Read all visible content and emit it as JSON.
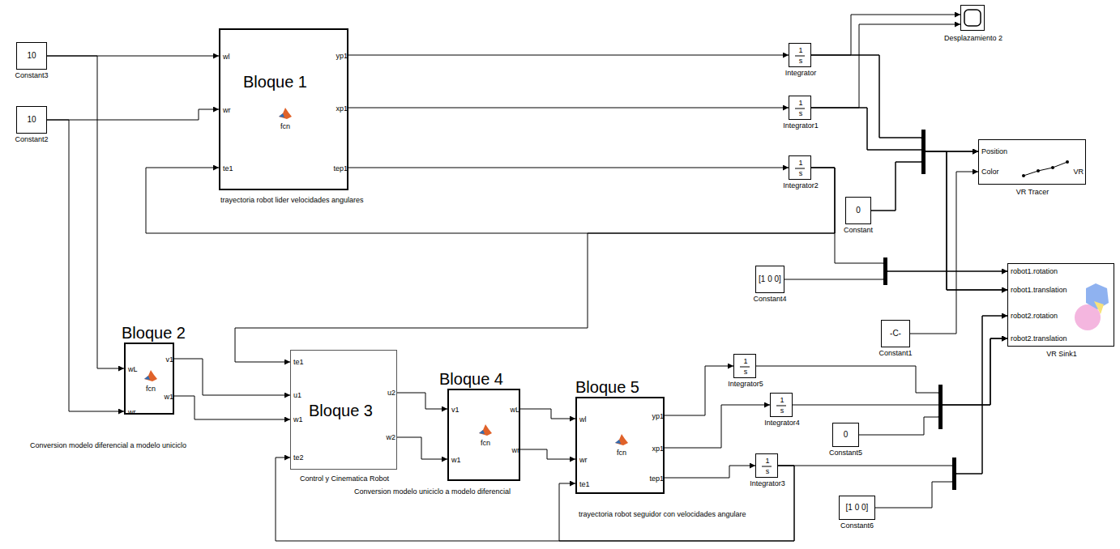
{
  "diagram": {
    "nodes": [
      {
        "text": [
          "10",
          "Constant3"
        ]
      },
      {
        "text": [
          "10",
          "Constant2"
        ]
      },
      {
        "text": [
          "Bloque 1",
          "wl",
          "wr",
          "te1",
          "yp1",
          "xp1",
          "tep1",
          "fcn",
          "trayectoria robot lider velocidades angulares"
        ]
      },
      {
        "text": [
          "1",
          "s",
          "Integrator"
        ]
      },
      {
        "text": [
          "1",
          "s",
          "Integrator1"
        ]
      },
      {
        "text": [
          "1",
          "s",
          "Integrator2"
        ]
      },
      {
        "text": [
          "Desplazamiento 2"
        ]
      },
      {
        "text": [
          "Position",
          "Color",
          "VR",
          "VR Tracer"
        ]
      },
      {
        "text": [
          "0",
          "Constant"
        ]
      },
      {
        "text": [
          "[1 0 0]",
          "Constant4"
        ]
      },
      {
        "text": [
          "robot1.rotation",
          "robot1.translation",
          "robot2.rotation",
          "robot2.translation",
          "VR Sink1"
        ]
      },
      {
        "text": [
          "-C-",
          "Constant1"
        ]
      },
      {
        "text": [
          "Bloque 2",
          "wL",
          "wr",
          "v1",
          "w1",
          "fcn",
          "Conversion modelo diferencial a modelo uniciclo"
        ]
      },
      {
        "text": [
          "Bloque 3",
          "te1",
          "u1",
          "w1",
          "te2",
          "u2",
          "w2",
          "Control y Cinematica Robot"
        ]
      },
      {
        "text": [
          "Bloque 4",
          "v1",
          "w1",
          "wL",
          "wr",
          "fcn",
          "Conversion modelo uniciclo a modelo diferencial"
        ]
      },
      {
        "text": [
          "Bloque 5",
          "wl",
          "wr",
          "te1",
          "yp1",
          "xp1",
          "tep1",
          "fcn",
          "trayectoria robot seguidor con velocidades angulare"
        ]
      },
      {
        "text": [
          "1",
          "s",
          "Integrator5"
        ]
      },
      {
        "text": [
          "1",
          "s",
          "Integrator4"
        ]
      },
      {
        "text": [
          "1",
          "s",
          "Integrator3"
        ]
      },
      {
        "text": [
          "0",
          "Constant5"
        ]
      },
      {
        "text": [
          "[1 0 0]",
          "Constant6"
        ]
      }
    ],
    "edges": [
      {
        "from": 0,
        "to": 2,
        "arrow": "to"
      },
      {
        "from": 0,
        "to": 12,
        "arrow": "to"
      },
      {
        "from": 1,
        "to": 2,
        "arrow": "to"
      },
      {
        "from": 1,
        "to": 12,
        "arrow": "to"
      },
      {
        "from": 2,
        "to": 3,
        "arrow": "to"
      },
      {
        "from": 2,
        "to": 4,
        "arrow": "to"
      },
      {
        "from": 2,
        "to": 5,
        "arrow": "to"
      },
      {
        "from": 3,
        "to": 6,
        "arrow": "to"
      },
      {
        "from": 4,
        "to": 6,
        "arrow": "to"
      },
      {
        "from": 3,
        "to": 7,
        "arrow": "to"
      },
      {
        "from": 4,
        "to": 7,
        "arrow": "to"
      },
      {
        "from": 8,
        "to": 7,
        "arrow": "to"
      },
      {
        "from": 11,
        "to": 7,
        "arrow": "to"
      },
      {
        "from": 3,
        "to": 10,
        "arrow": "to"
      },
      {
        "from": 4,
        "to": 10,
        "arrow": "to"
      },
      {
        "from": 8,
        "to": 10,
        "arrow": "to"
      },
      {
        "from": 5,
        "to": 2,
        "arrow": "to"
      },
      {
        "from": 5,
        "to": 13,
        "arrow": "to"
      },
      {
        "from": 5,
        "to": 10,
        "arrow": "to"
      },
      {
        "from": 9,
        "to": 10,
        "arrow": "to"
      },
      {
        "from": 12,
        "to": 13,
        "arrow": "to"
      },
      {
        "from": 12,
        "to": 13,
        "arrow": "to"
      },
      {
        "from": 13,
        "to": 14,
        "arrow": "to"
      },
      {
        "from": 13,
        "to": 14,
        "arrow": "to"
      },
      {
        "from": 14,
        "to": 15,
        "arrow": "to"
      },
      {
        "from": 14,
        "to": 15,
        "arrow": "to"
      },
      {
        "from": 15,
        "to": 16,
        "arrow": "to"
      },
      {
        "from": 15,
        "to": 17,
        "arrow": "to"
      },
      {
        "from": 15,
        "to": 18,
        "arrow": "to"
      },
      {
        "from": 18,
        "to": 15,
        "arrow": "to"
      },
      {
        "from": 18,
        "to": 13,
        "arrow": "to"
      },
      {
        "from": 16,
        "to": 10,
        "arrow": "to"
      },
      {
        "from": 17,
        "to": 10,
        "arrow": "to"
      },
      {
        "from": 19,
        "to": 10,
        "arrow": "to"
      },
      {
        "from": 18,
        "to": 10,
        "arrow": "to"
      },
      {
        "from": 20,
        "to": 10,
        "arrow": "to"
      }
    ]
  }
}
